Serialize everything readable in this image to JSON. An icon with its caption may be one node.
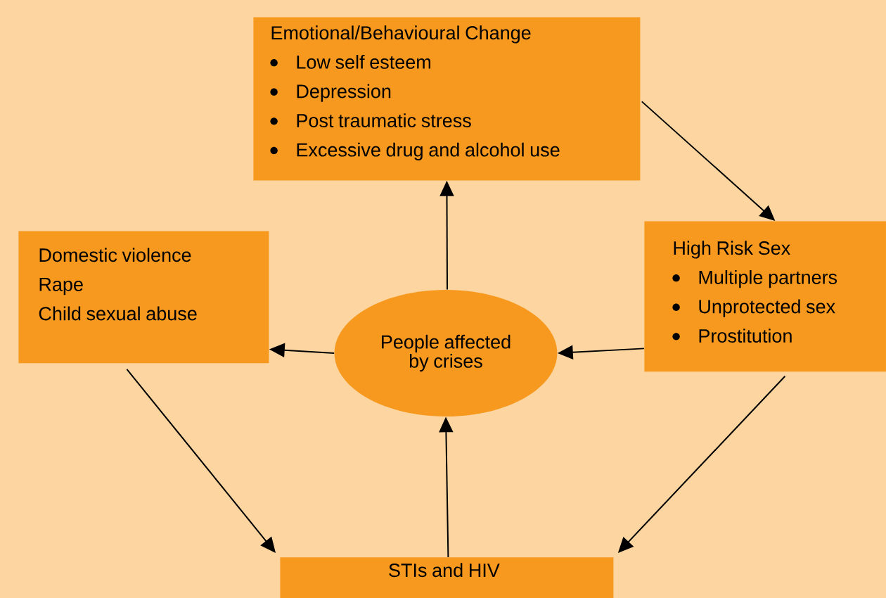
{
  "diagram": {
    "nodes": [
      {
        "text": [
          "Emotional/Behavioural Change",
          "Low self esteem",
          "Depression",
          "Post traumatic stress",
          "Excessive drug and alcohol use"
        ]
      },
      {
        "text": [
          "Domestic violence",
          "Rape",
          "Child sexual abuse"
        ]
      },
      {
        "text": [
          "People affected by crises"
        ]
      },
      {
        "text": [
          "High Risk Sex",
          "Multiple partners",
          "Unprotected sex",
          "Prostitution"
        ]
      },
      {
        "text": [
          "STIs  and HIV"
        ]
      }
    ],
    "edges": [
      {
        "from": 2,
        "to": 0,
        "arrow": "to"
      },
      {
        "from": 0,
        "to": 3,
        "arrow": "to"
      },
      {
        "from": 3,
        "to": 2,
        "arrow": "to"
      },
      {
        "from": 2,
        "to": 1,
        "arrow": "to"
      },
      {
        "from": 1,
        "to": 4,
        "arrow": "to"
      },
      {
        "from": 3,
        "to": 4,
        "arrow": "to"
      },
      {
        "from": 4,
        "to": 2,
        "arrow": "to"
      }
    ]
  }
}
